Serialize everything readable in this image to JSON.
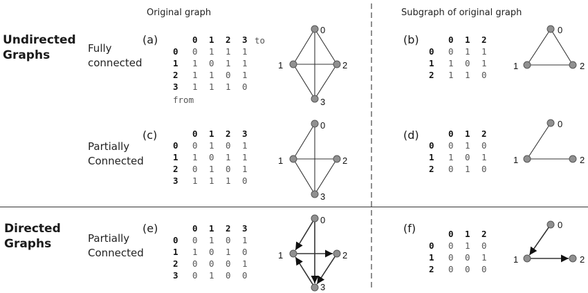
{
  "headers": {
    "left": "Original graph",
    "right": "Subgraph of original graph"
  },
  "sections": {
    "undirected": [
      "Undirected",
      "Graphs"
    ],
    "directed": [
      "Directed",
      "Graphs"
    ]
  },
  "row_labels": {
    "a": [
      "Fully",
      "connected"
    ],
    "c": [
      "Partially",
      "Connected"
    ],
    "e": [
      "Partially",
      "Connected"
    ]
  },
  "matrix_side_labels": {
    "to": "to",
    "from": "from"
  },
  "panels": [
    {
      "id": "a",
      "label": "(a)",
      "matrix": {
        "cols": [
          "0",
          "1",
          "2",
          "3"
        ],
        "rows": [
          {
            "h": "0",
            "v": [
              "0",
              "1",
              "1",
              "1"
            ]
          },
          {
            "h": "1",
            "v": [
              "1",
              "0",
              "1",
              "1"
            ]
          },
          {
            "h": "2",
            "v": [
              "1",
              "1",
              "0",
              "1"
            ]
          },
          {
            "h": "3",
            "v": [
              "1",
              "1",
              "1",
              "0"
            ]
          }
        ]
      },
      "nodes": [
        {
          "id": "0",
          "label": "0"
        },
        {
          "id": "1",
          "label": "1"
        },
        {
          "id": "2",
          "label": "2"
        },
        {
          "id": "3",
          "label": "3"
        }
      ],
      "edges": [
        [
          "0",
          "1"
        ],
        [
          "0",
          "2"
        ],
        [
          "0",
          "3"
        ],
        [
          "1",
          "2"
        ],
        [
          "1",
          "3"
        ],
        [
          "2",
          "3"
        ]
      ],
      "directed": false
    },
    {
      "id": "b",
      "label": "(b)",
      "matrix": {
        "cols": [
          "0",
          "1",
          "2"
        ],
        "rows": [
          {
            "h": "0",
            "v": [
              "0",
              "1",
              "1"
            ]
          },
          {
            "h": "1",
            "v": [
              "1",
              "0",
              "1"
            ]
          },
          {
            "h": "2",
            "v": [
              "1",
              "1",
              "0"
            ]
          }
        ]
      },
      "nodes": [
        {
          "id": "0",
          "label": "0"
        },
        {
          "id": "1",
          "label": "1"
        },
        {
          "id": "2",
          "label": "2"
        }
      ],
      "edges": [
        [
          "0",
          "1"
        ],
        [
          "0",
          "2"
        ],
        [
          "1",
          "2"
        ]
      ],
      "directed": false
    },
    {
      "id": "c",
      "label": "(c)",
      "matrix": {
        "cols": [
          "0",
          "1",
          "2",
          "3"
        ],
        "rows": [
          {
            "h": "0",
            "v": [
              "0",
              "1",
              "0",
              "1"
            ]
          },
          {
            "h": "1",
            "v": [
              "1",
              "0",
              "1",
              "1"
            ]
          },
          {
            "h": "2",
            "v": [
              "0",
              "1",
              "0",
              "1"
            ]
          },
          {
            "h": "3",
            "v": [
              "1",
              "1",
              "1",
              "0"
            ]
          }
        ]
      },
      "nodes": [
        {
          "id": "0",
          "label": "0"
        },
        {
          "id": "1",
          "label": "1"
        },
        {
          "id": "2",
          "label": "2"
        },
        {
          "id": "3",
          "label": "3"
        }
      ],
      "edges": [
        [
          "0",
          "1"
        ],
        [
          "0",
          "3"
        ],
        [
          "1",
          "2"
        ],
        [
          "1",
          "3"
        ],
        [
          "2",
          "3"
        ]
      ],
      "directed": false
    },
    {
      "id": "d",
      "label": "(d)",
      "matrix": {
        "cols": [
          "0",
          "1",
          "2"
        ],
        "rows": [
          {
            "h": "0",
            "v": [
              "0",
              "1",
              "0"
            ]
          },
          {
            "h": "1",
            "v": [
              "1",
              "0",
              "1"
            ]
          },
          {
            "h": "2",
            "v": [
              "0",
              "1",
              "0"
            ]
          }
        ]
      },
      "nodes": [
        {
          "id": "0",
          "label": "0"
        },
        {
          "id": "1",
          "label": "1"
        },
        {
          "id": "2",
          "label": "2"
        }
      ],
      "edges": [
        [
          "0",
          "1"
        ],
        [
          "1",
          "2"
        ]
      ],
      "directed": false
    },
    {
      "id": "e",
      "label": "(e)",
      "matrix": {
        "cols": [
          "0",
          "1",
          "2",
          "3"
        ],
        "rows": [
          {
            "h": "0",
            "v": [
              "0",
              "1",
              "0",
              "1"
            ]
          },
          {
            "h": "1",
            "v": [
              "1",
              "0",
              "1",
              "0"
            ]
          },
          {
            "h": "2",
            "v": [
              "0",
              "0",
              "0",
              "1"
            ]
          },
          {
            "h": "3",
            "v": [
              "0",
              "1",
              "0",
              "0"
            ]
          }
        ]
      },
      "nodes": [
        {
          "id": "0",
          "label": "0"
        },
        {
          "id": "1",
          "label": "1"
        },
        {
          "id": "2",
          "label": "2"
        },
        {
          "id": "3",
          "label": "3"
        }
      ],
      "edges": [
        [
          "0",
          "1"
        ],
        [
          "0",
          "3"
        ],
        [
          "1",
          "2"
        ],
        [
          "2",
          "3"
        ],
        [
          "3",
          "1"
        ]
      ],
      "directed": true
    },
    {
      "id": "f",
      "label": "(f)",
      "matrix": {
        "cols": [
          "0",
          "1",
          "2"
        ],
        "rows": [
          {
            "h": "0",
            "v": [
              "0",
              "1",
              "0"
            ]
          },
          {
            "h": "1",
            "v": [
              "0",
              "0",
              "1"
            ]
          },
          {
            "h": "2",
            "v": [
              "0",
              "0",
              "0"
            ]
          }
        ]
      },
      "nodes": [
        {
          "id": "0",
          "label": "0"
        },
        {
          "id": "1",
          "label": "1"
        },
        {
          "id": "2",
          "label": "2"
        }
      ],
      "edges": [
        [
          "0",
          "1"
        ],
        [
          "1",
          "2"
        ]
      ],
      "directed": true
    }
  ],
  "colors": {
    "node_fill": "#909090",
    "node_stroke": "#555555",
    "edge": "#333333",
    "divider": "#444444"
  }
}
